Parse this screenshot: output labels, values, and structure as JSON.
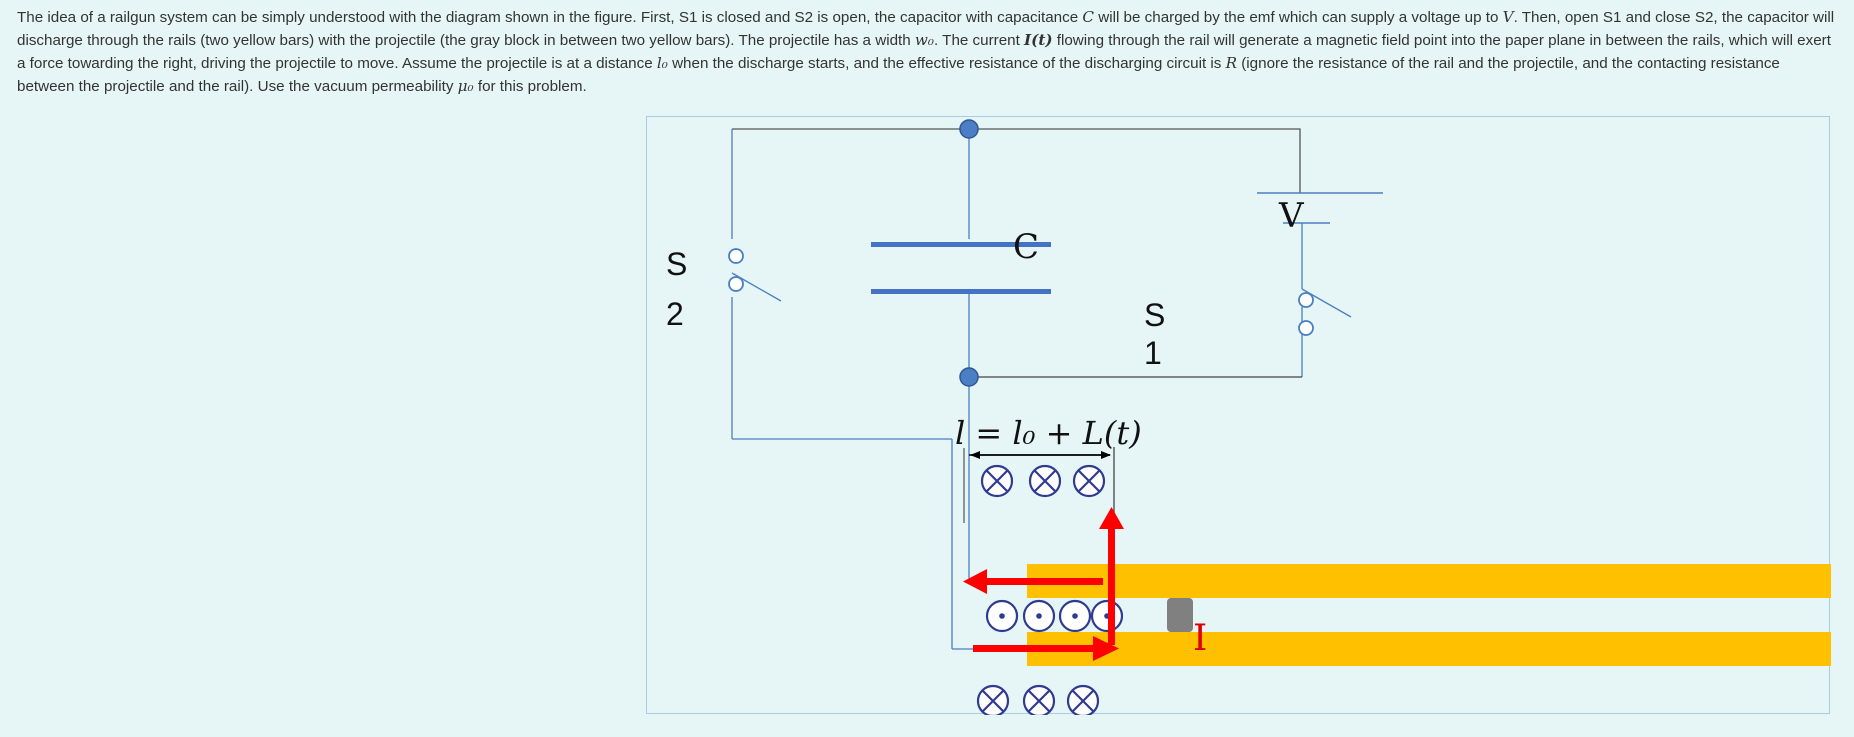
{
  "problem": {
    "s1": "The idea of a railgun system can be simply understood with the diagram shown in the figure. First, S1 is closed and S2 is open, the capacitor with capacitance ",
    "c_sym": "C",
    "s2": " will be charged by the emf which can supply a voltage up to ",
    "v_sym": "V",
    "s3": ". Then, open S1 and close S2, the capacitor will discharge through the rails (two yellow bars) with the projectile (the gray block in between two yellow bars). The projectile has a width ",
    "w0_sym": "w₀",
    "s4": ". The current ",
    "i_sym": "I(t)",
    "s5": " flowing through the rail will generate a magnetic field point into the paper plane in between the rails, which will exert a force towarding the right, driving the projectile to move. Assume the projectile is at a distance ",
    "l0_sym": "l₀",
    "s6": " when the discharge starts, and the effective resistance of the discharging circuit is ",
    "r_sym": "R",
    "s7": " (ignore the resistance of the rail and the projectile, and the contacting resistance between the projectile and the rail). Use the vacuum permeability ",
    "mu_sym": "μ₀",
    "s8": " for this problem."
  },
  "figure": {
    "capacitor_label": "C",
    "battery_label": "V",
    "switch1_label": [
      "S",
      "1"
    ],
    "switch2_label": [
      "S",
      "2"
    ],
    "length_label": "l = l₀ + L(t)",
    "current_label": "I",
    "colors": {
      "wire": "#4a7fbf",
      "wire_top": "#555555",
      "node": "#4a7fc4",
      "rail": "#ffc000",
      "projectile": "#808080",
      "arrow": "#ff0000"
    }
  }
}
